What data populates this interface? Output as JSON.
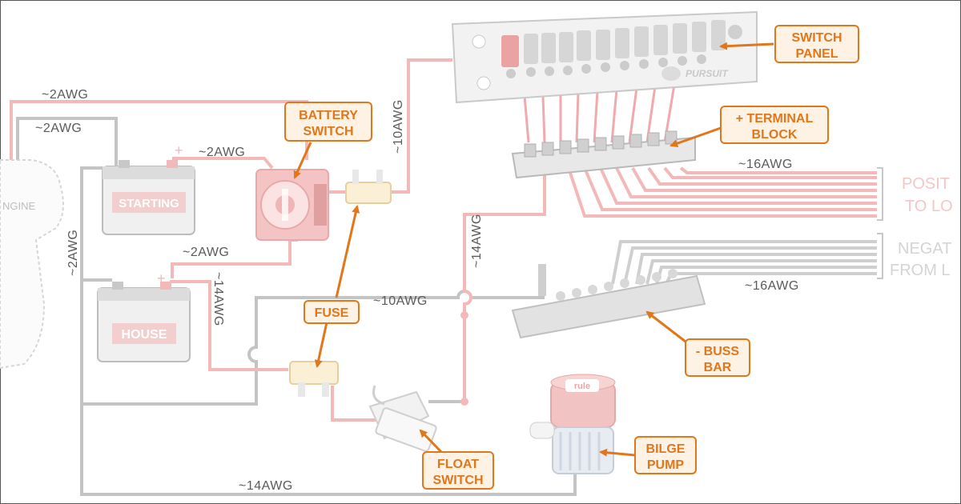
{
  "wire_labels": {
    "top_left_2awg": "~2AWG",
    "mid_left_2awg": "~2AWG",
    "battery_pos_2awg": "~2AWG",
    "house_2awg": "~2AWG",
    "left_vertical_2awg": "~2AWG",
    "panel_feed_10awg": "~10AWG",
    "fuse_10awg": "~10AWG",
    "house_14awg": "~14AWG",
    "bilge_14awg_vertical": "~14AWG",
    "bottom_14awg": "~14AWG",
    "terminal_16awg": "~16AWG",
    "buss_16awg": "~16AWG"
  },
  "callouts": {
    "battery_switch": [
      "BATTERY",
      "SWITCH"
    ],
    "switch_panel": [
      "SWITCH",
      "PANEL"
    ],
    "terminal_block": [
      "+ TERMINAL",
      "BLOCK"
    ],
    "fuse": "FUSE",
    "buss_bar": [
      "- BUSS",
      "BAR"
    ],
    "float_switch": [
      "FLOAT",
      "SWITCH"
    ],
    "bilge_pump": [
      "BILGE",
      "PUMP"
    ]
  },
  "side_notes": {
    "positive": [
      "POSIT",
      "TO LO"
    ],
    "negative": [
      "NEGAT",
      "FROM L"
    ]
  },
  "component_labels": {
    "engine": "NGINE",
    "starting_battery": "STARTING",
    "house_battery": "HOUSE",
    "panel_brand": "PURSUIT",
    "pump_brand": "rule",
    "plus_sign": "+",
    "minus_sign": "-"
  },
  "colors": {
    "positive_wire": "#f3b9b9",
    "negative_wire": "#c4c4c4",
    "callout": "#e2761a",
    "callout_fill": "#fdf2e4"
  }
}
